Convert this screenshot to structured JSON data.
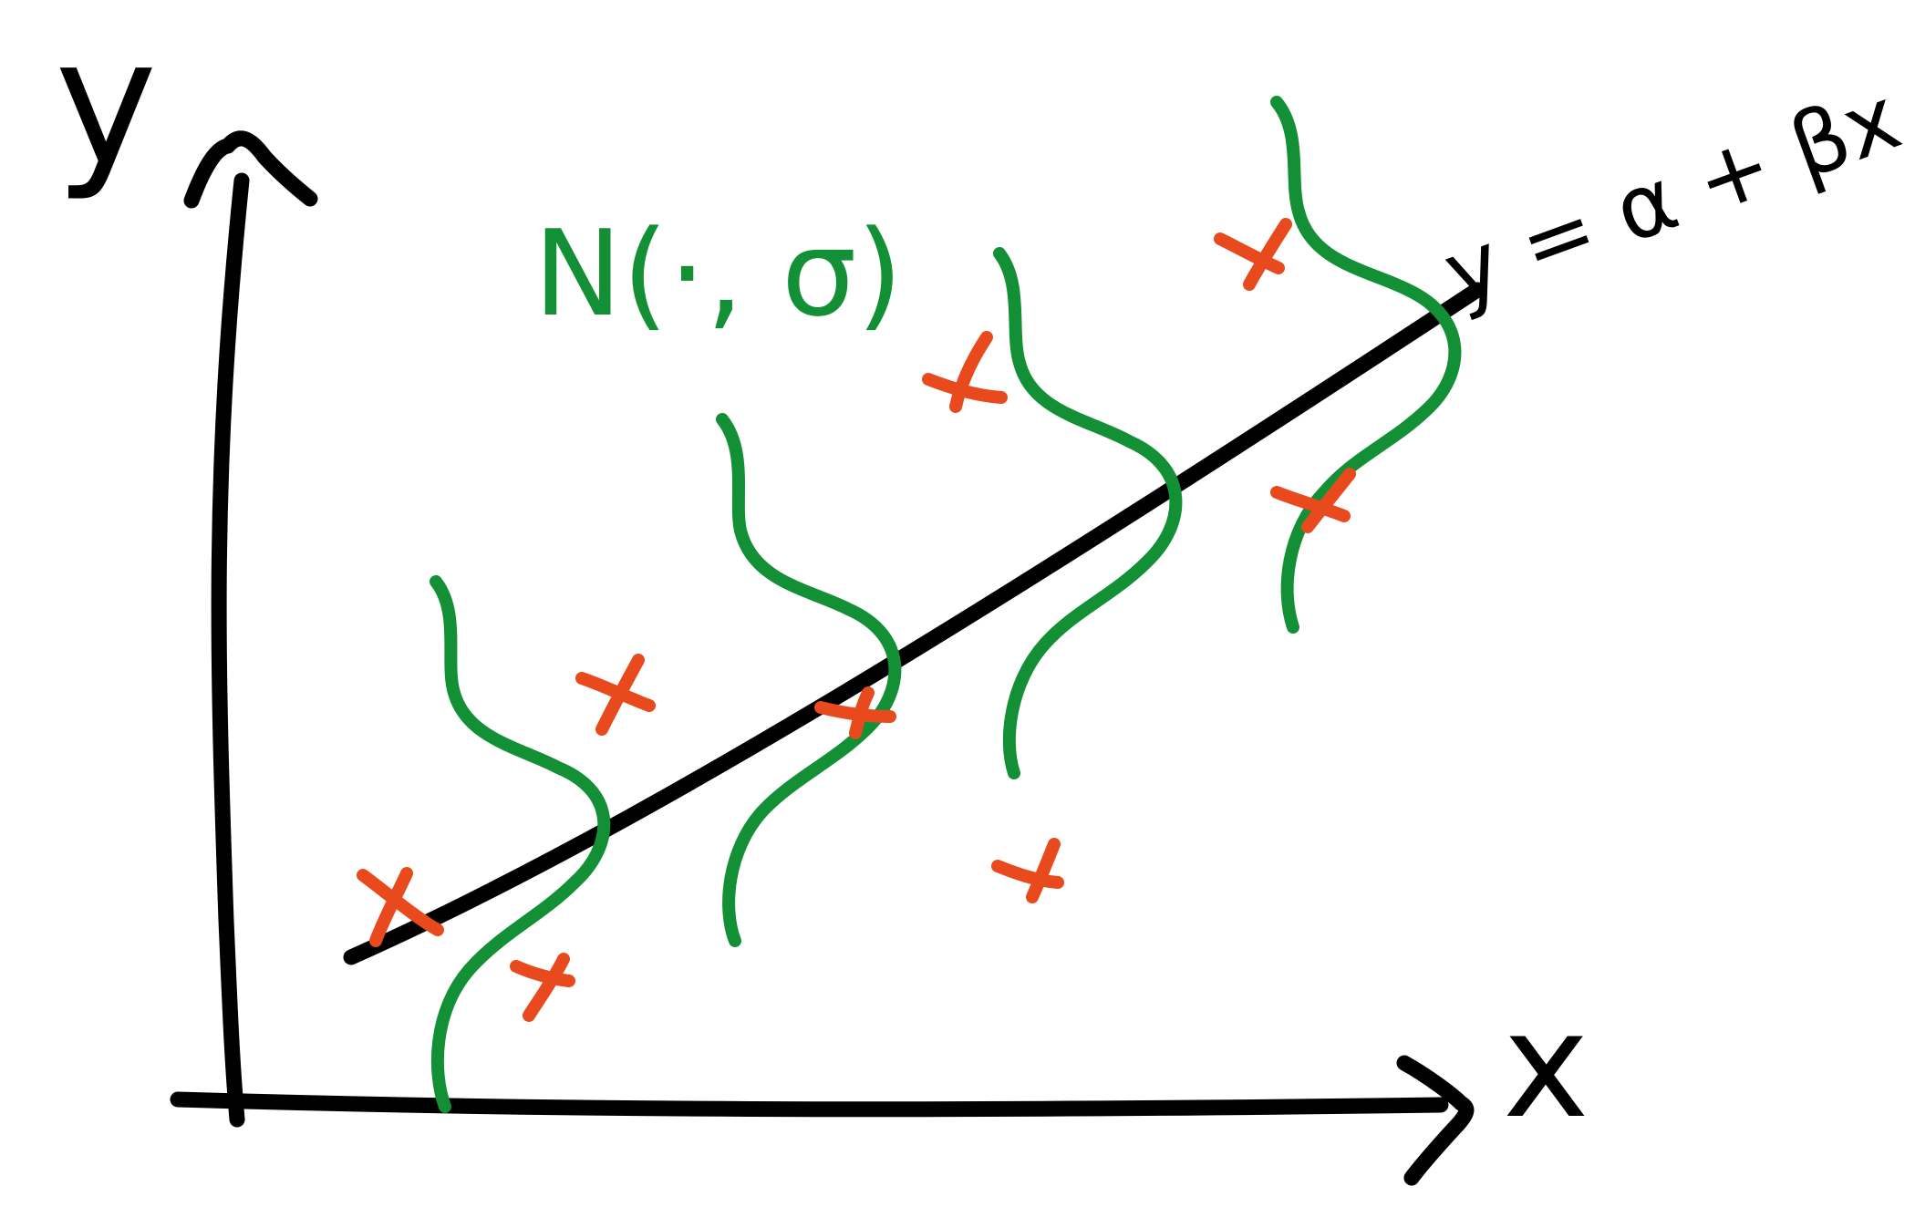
{
  "axes": {
    "x_label": "x",
    "y_label": "y"
  },
  "regression_line": {
    "equation": "y = α + βx"
  },
  "distribution_label": "N(·, σ)",
  "colors": {
    "axis_ink": "#000000",
    "line_ink": "#000000",
    "distribution_ink": "#139036",
    "point_ink": "#e84a1d",
    "background": "#ffffff"
  }
}
